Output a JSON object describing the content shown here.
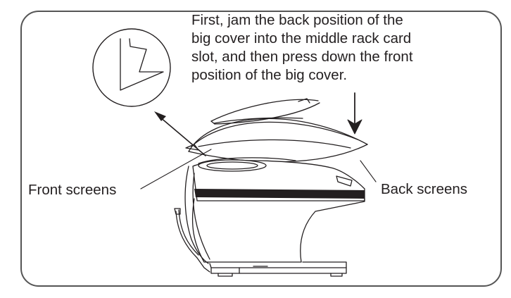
{
  "instruction": {
    "lines": [
      "First, jam the back position of the",
      "big cover into the middle rack card",
      "slot, and then press down the front",
      "position of the big cover."
    ]
  },
  "labels": {
    "front": "Front screens",
    "back": "Back screens"
  },
  "colors": {
    "line": "#231f20",
    "frame": "#555555"
  }
}
